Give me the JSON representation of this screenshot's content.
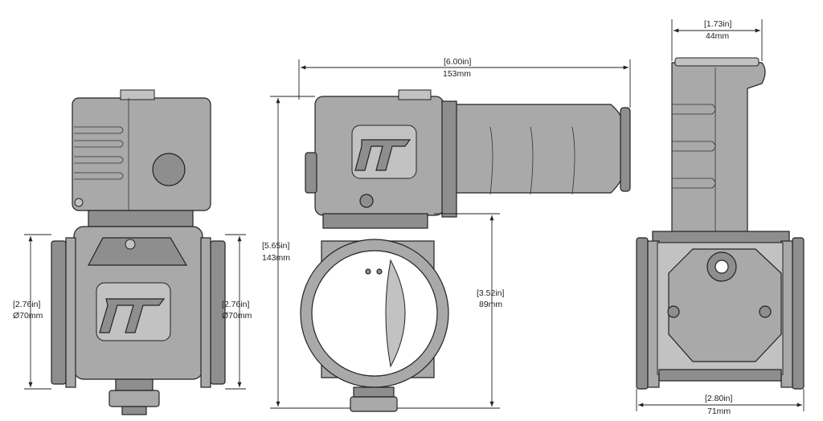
{
  "dimensions": {
    "left_inlet_left": {
      "imperial": "[2.76in]",
      "metric": "Ø70mm"
    },
    "left_inlet_right": {
      "imperial": "[2.76in]",
      "metric": "Ø70mm"
    },
    "total_width": {
      "imperial": "[6.00in]",
      "metric": "153mm"
    },
    "total_height": {
      "imperial": "[5.65in]",
      "metric": "143mm"
    },
    "lower_height": {
      "imperial": "[3.52in]",
      "metric": "89mm"
    },
    "handle_width": {
      "imperial": "[1.73in]",
      "metric": "44mm"
    },
    "side_width": {
      "imperial": "[2.80in]",
      "metric": "71mm"
    }
  },
  "colors": {
    "body": "#a9a9a9",
    "line": "#222222",
    "background": "#ffffff"
  }
}
